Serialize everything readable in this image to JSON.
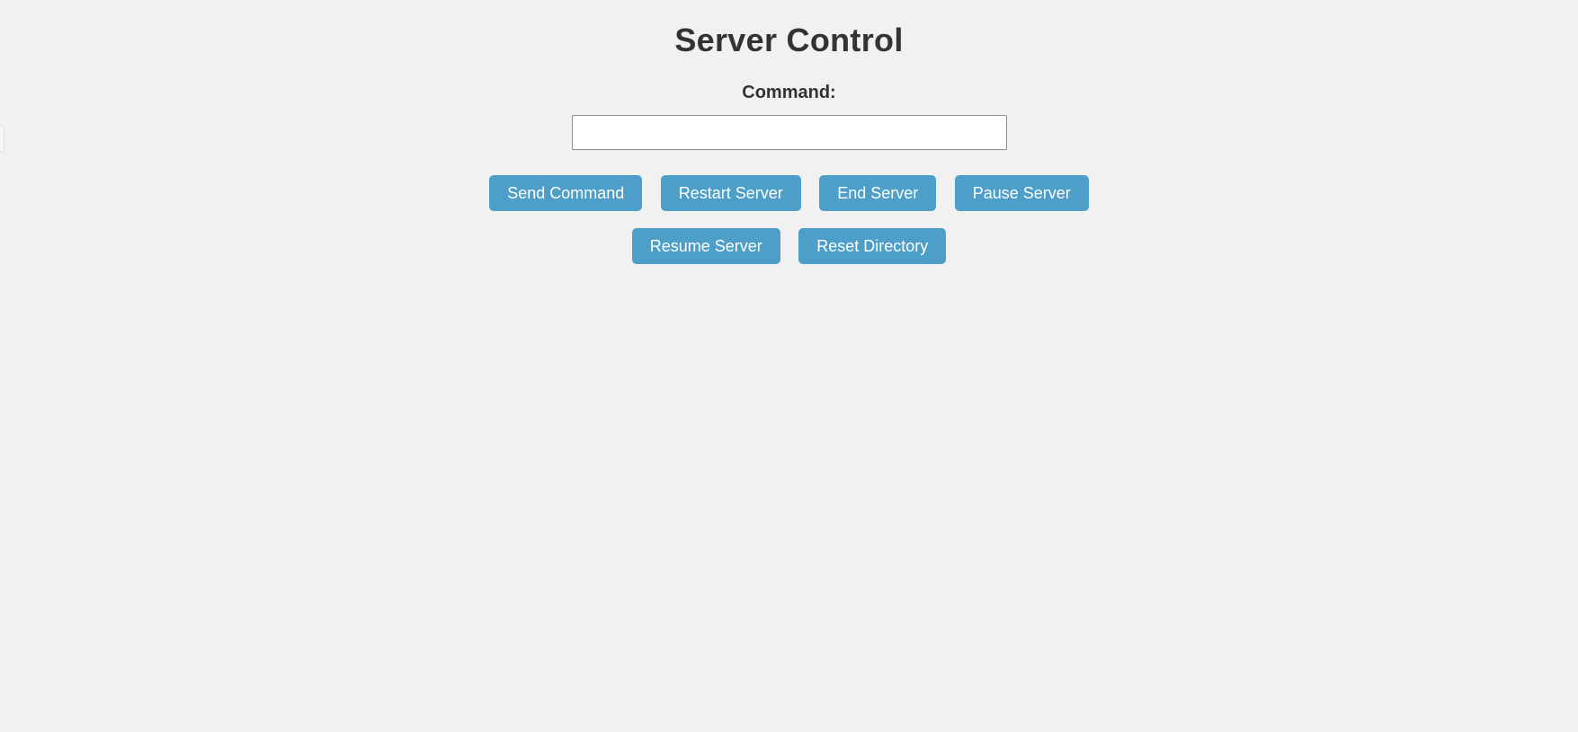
{
  "header": {
    "title": "Server Control"
  },
  "command": {
    "label": "Command:",
    "value": "",
    "placeholder": ""
  },
  "buttons": {
    "row1": [
      "Send Command",
      "Restart Server",
      "End Server",
      "Pause Server"
    ],
    "row2": [
      "Resume Server",
      "Reset Directory"
    ]
  },
  "colors": {
    "background": "#f1f1f1",
    "button_background": "#4d9fc9",
    "button_text": "#ffffff",
    "heading_text": "#333333",
    "input_border": "#8f8f8f"
  }
}
